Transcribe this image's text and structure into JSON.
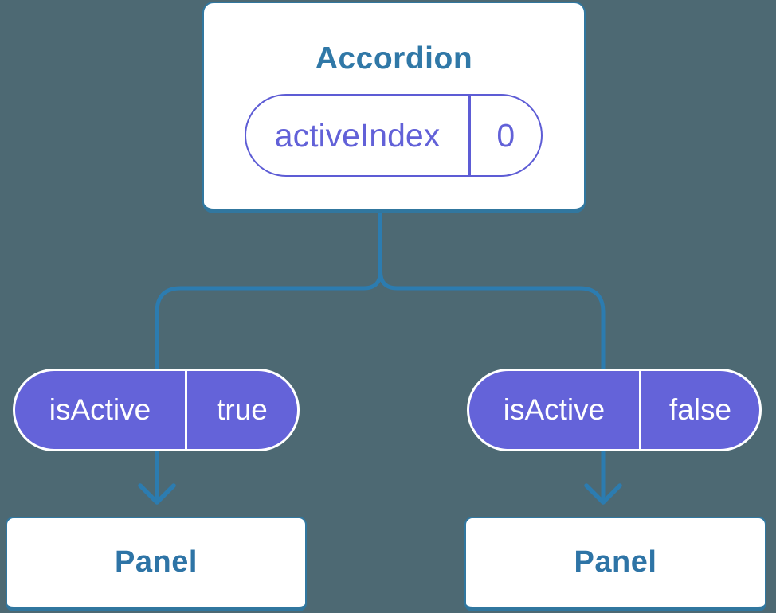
{
  "colors": {
    "background": "#4d6973",
    "connector_blue": "#2c7cb0",
    "box_border_blue": "#31779f",
    "component_title_blue": "#3078a7",
    "pill_fill_purple": "#6463d9",
    "pill_outline_purple": "#5d5cd5",
    "pill_text_purple": "#6261d8",
    "pill_text_white": "#ffffff"
  },
  "accordion": {
    "title": "Accordion",
    "state_pill": {
      "name": "activeIndex",
      "value": "0"
    }
  },
  "panels": [
    {
      "prop_pill": {
        "name": "isActive",
        "value": "true"
      },
      "title": "Panel"
    },
    {
      "prop_pill": {
        "name": "isActive",
        "value": "false"
      },
      "title": "Panel"
    }
  ]
}
